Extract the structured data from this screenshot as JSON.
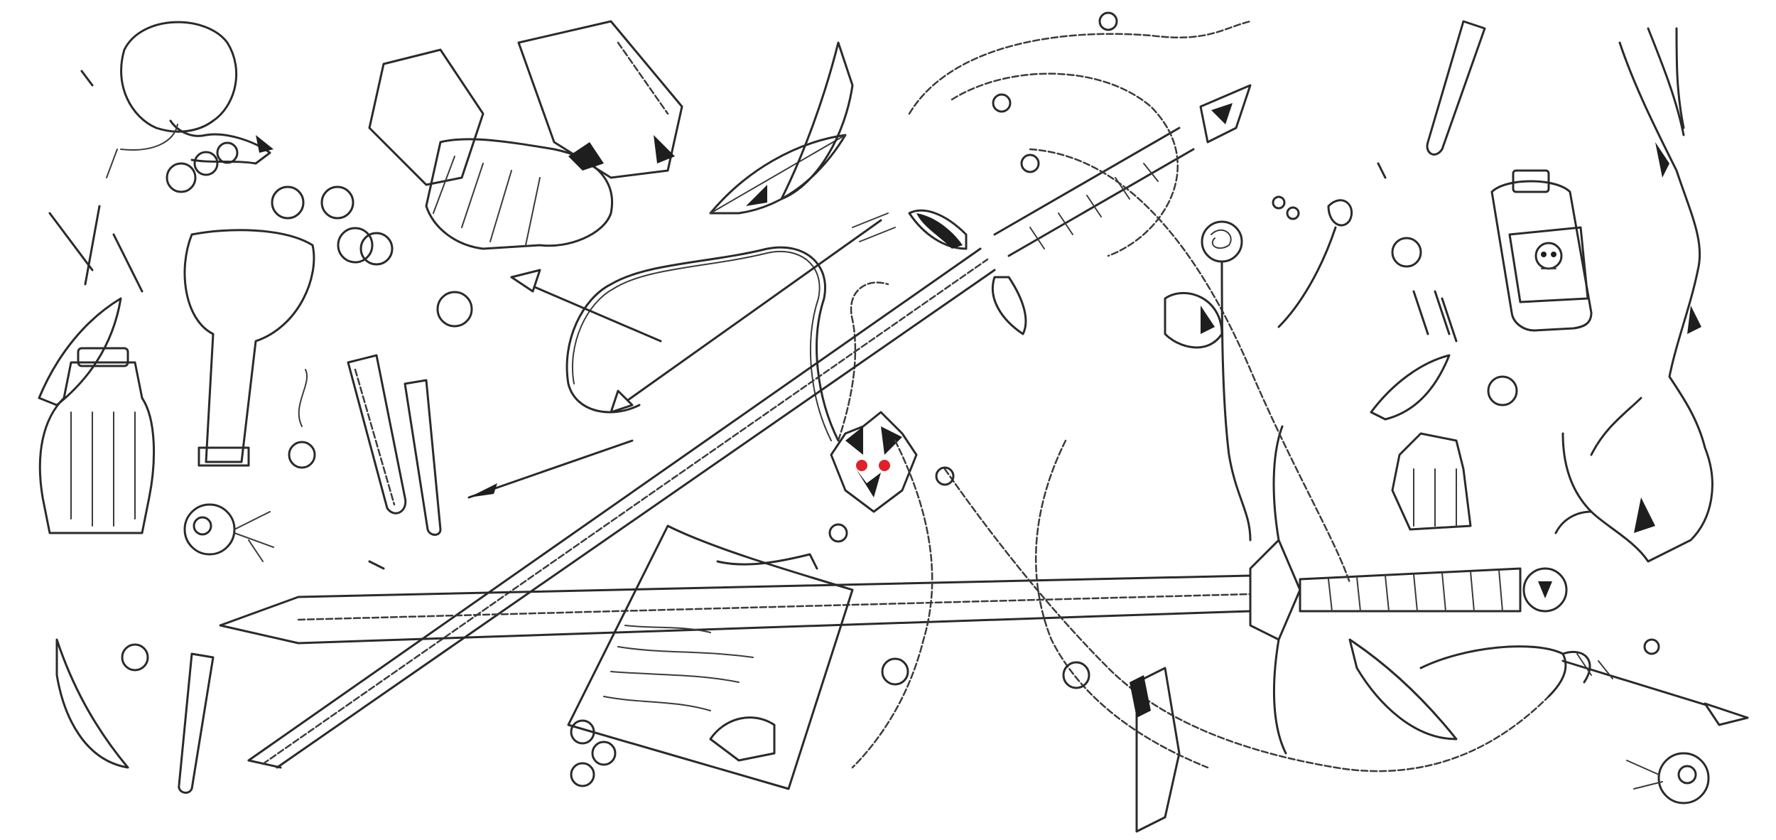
{
  "illustration": {
    "style": "pencil line-art sketch",
    "background_color": "#ffffff",
    "ink_color": "#2a2a2a",
    "accent_color": "#e0202a",
    "objects": [
      "coin-pouch",
      "gauntlet",
      "long-sword",
      "steel-sword",
      "wolf-medallion",
      "chain",
      "whip-rope",
      "arrows",
      "potion-bottles",
      "test-tubes",
      "skull-poison-bottle",
      "eyeballs",
      "roses",
      "leaves",
      "parchment",
      "gnarled-claw",
      "coins",
      "nails"
    ]
  }
}
